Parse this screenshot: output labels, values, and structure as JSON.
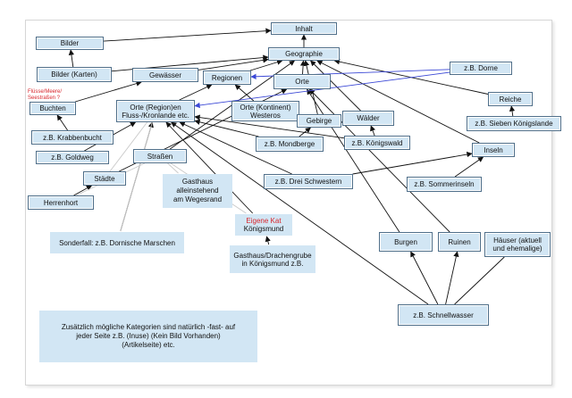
{
  "diagram": {
    "nodes": [
      {
        "id": "inhalt",
        "lines": [
          "Inhalt"
        ]
      },
      {
        "id": "bilder",
        "lines": [
          "Bilder"
        ]
      },
      {
        "id": "geographie",
        "lines": [
          "Geographie"
        ]
      },
      {
        "id": "bilder-karten",
        "lines": [
          "Bilder (Karten)"
        ]
      },
      {
        "id": "gewaesser",
        "lines": [
          "Gewässer"
        ]
      },
      {
        "id": "regionen",
        "lines": [
          "Regionen"
        ]
      },
      {
        "id": "orte",
        "lines": [
          "Orte"
        ]
      },
      {
        "id": "dorne",
        "lines": [
          "z.B. Dorne"
        ]
      },
      {
        "id": "buchten",
        "lines": [
          "Buchten"
        ]
      },
      {
        "id": "orte-region",
        "lines": [
          "Orte (Region)en",
          "Fluss-/Kronlande etc."
        ]
      },
      {
        "id": "orte-kontinent",
        "lines": [
          "Orte (Kontinent)",
          "Westeros"
        ]
      },
      {
        "id": "gebirge",
        "lines": [
          "Gebirge"
        ]
      },
      {
        "id": "waelder",
        "lines": [
          "Wälder"
        ]
      },
      {
        "id": "reiche",
        "lines": [
          "Reiche"
        ]
      },
      {
        "id": "koenigslande",
        "lines": [
          "z.B. Sieben Königslande"
        ]
      },
      {
        "id": "krabbenbucht",
        "lines": [
          "z.B. Krabbenbucht"
        ]
      },
      {
        "id": "mondberge",
        "lines": [
          "z.B. Mondberge"
        ]
      },
      {
        "id": "koenigswald",
        "lines": [
          "z.B. Königswald"
        ]
      },
      {
        "id": "goldweg",
        "lines": [
          "z.B. Goldweg"
        ]
      },
      {
        "id": "strassen",
        "lines": [
          "Straßen"
        ]
      },
      {
        "id": "inseln",
        "lines": [
          "Inseln"
        ]
      },
      {
        "id": "staedte",
        "lines": [
          "Städte"
        ]
      },
      {
        "id": "gasthaus",
        "lines": [
          "Gasthaus",
          "alleinstehend",
          "am Wegesrand"
        ]
      },
      {
        "id": "drei-schwestern",
        "lines": [
          "z.B. Drei Schwestern"
        ]
      },
      {
        "id": "sommerinseln",
        "lines": [
          "z.B. Sommerinseln"
        ]
      },
      {
        "id": "herrenhort",
        "lines": [
          "Herrenhort"
        ]
      },
      {
        "id": "eigene-kat",
        "lines": [
          "Eigene Kat",
          "Königsmund"
        ]
      },
      {
        "id": "marschen",
        "lines": [
          "Sonderfall: z.B. Dornische Marschen"
        ]
      },
      {
        "id": "burgen",
        "lines": [
          "Burgen"
        ]
      },
      {
        "id": "ruinen",
        "lines": [
          "Ruinen"
        ]
      },
      {
        "id": "haeuser",
        "lines": [
          "Häuser (aktuell",
          "und ehemalige)"
        ]
      },
      {
        "id": "drachengrube",
        "lines": [
          "Gasthaus/Drachengrube",
          "in Königsmund z.B."
        ]
      },
      {
        "id": "schnellwasser",
        "lines": [
          "z.B. Schnellwasser"
        ]
      },
      {
        "id": "zusatz",
        "lines": [
          "Zusätzlich mögliche Kategorien sind natürlich -fast- auf",
          "jeder Seite z.B. (Inuse) (Kein Bild Vorhanden)",
          "(Artikelseite) etc."
        ]
      }
    ],
    "side_note": [
      "Flüsse/Meere/",
      "Seestraßen ?"
    ],
    "edges": [
      {
        "from": "bilder",
        "to": "inhalt",
        "style": "arrow"
      },
      {
        "from": "geographie",
        "to": "inhalt",
        "style": "arrow"
      },
      {
        "from": "bilder-karten",
        "to": "geographie",
        "style": "arrow"
      },
      {
        "from": "bilder-karten",
        "to": "bilder",
        "style": "arrow"
      },
      {
        "from": "gewaesser",
        "to": "geographie",
        "style": "arrow"
      },
      {
        "from": "regionen",
        "to": "geographie",
        "style": "arrow"
      },
      {
        "from": "orte",
        "to": "geographie",
        "style": "arrow"
      },
      {
        "from": "buchten",
        "to": "gewaesser",
        "style": "arrow"
      },
      {
        "from": "krabbenbucht",
        "to": "buchten",
        "style": "arrow"
      },
      {
        "from": "orte-region",
        "to": "regionen",
        "style": "arrow"
      },
      {
        "from": "orte-kontinent",
        "to": "regionen",
        "style": "arrow"
      },
      {
        "from": "gebirge",
        "to": "geographie",
        "style": "arrow"
      },
      {
        "from": "waelder",
        "to": "geographie",
        "style": "arrow"
      },
      {
        "from": "reiche",
        "to": "geographie",
        "style": "arrow"
      },
      {
        "from": "koenigslande",
        "to": "reiche",
        "style": "arrow"
      },
      {
        "from": "mondberge",
        "to": "gebirge",
        "style": "arrow"
      },
      {
        "from": "koenigswald",
        "to": "waelder",
        "style": "arrow"
      },
      {
        "from": "goldweg",
        "to": "orte-region",
        "style": "arrow"
      },
      {
        "from": "strassen",
        "to": "geographie",
        "style": "arrow"
      },
      {
        "from": "inseln",
        "to": "geographie",
        "style": "arrow"
      },
      {
        "from": "drei-schwestern",
        "to": "inseln",
        "style": "arrow"
      },
      {
        "from": "sommerinseln",
        "to": "inseln",
        "style": "arrow"
      },
      {
        "from": "herrenhort",
        "to": "staedte",
        "style": "arrow"
      },
      {
        "from": "staedte",
        "to": "orte",
        "style": "arrow"
      },
      {
        "from": "marschen",
        "to": "orte-region",
        "style": "arrow"
      },
      {
        "from": "burgen",
        "to": "orte",
        "style": "arrow"
      },
      {
        "from": "ruinen",
        "to": "orte",
        "style": "arrow"
      },
      {
        "from": "schnellwasser",
        "to": "burgen",
        "style": "arrow"
      },
      {
        "from": "schnellwasser",
        "to": "ruinen",
        "style": "arrow"
      },
      {
        "from": "schnellwasser",
        "to": "haeuser",
        "style": "line"
      },
      {
        "from": "schnellwasser",
        "to": "orte-region",
        "style": "arrow"
      },
      {
        "from": "drachengrube",
        "to": "eigene-kat",
        "style": "arrow"
      },
      {
        "from": "eigene-kat",
        "to": "orte-region",
        "style": "arrow"
      },
      {
        "from": "dorne",
        "to": "orte-region",
        "style": "blue"
      },
      {
        "from": "dorne",
        "to": "regionen",
        "style": "blue"
      },
      {
        "from": "drei-schwestern",
        "to": "orte-region",
        "style": "arrow"
      },
      {
        "from": "koenigswald",
        "to": "orte-region",
        "style": "arrow"
      },
      {
        "from": "mondberge",
        "to": "orte-region",
        "style": "arrow"
      },
      {
        "from": "gasthaus",
        "to": "strassen",
        "style": "gray"
      },
      {
        "from": "herrenhort",
        "to": "strassen",
        "style": "gray"
      },
      {
        "from": "eigene-kat",
        "to": "strassen",
        "style": "gray"
      },
      {
        "from": "marschen",
        "to": "orte-region",
        "style": "gray"
      },
      {
        "from": "staedte",
        "to": "orte-region",
        "style": "gray"
      }
    ]
  }
}
